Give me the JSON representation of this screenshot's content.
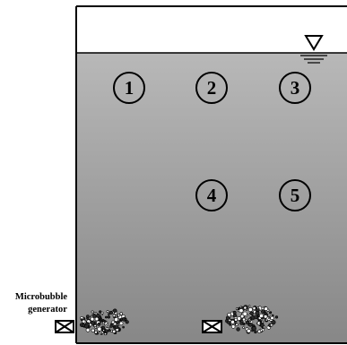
{
  "generator_label": {
    "line1": "Microbubble",
    "line2": "generator"
  },
  "sampling_points": [
    {
      "label": "1"
    },
    {
      "label": "2"
    },
    {
      "label": "3"
    },
    {
      "label": "4"
    },
    {
      "label": "5"
    }
  ],
  "colors": {
    "water_top": "#b3b3b3",
    "water_bottom": "#8a8a8a",
    "outline": "#000000",
    "background": "#ffffff"
  }
}
